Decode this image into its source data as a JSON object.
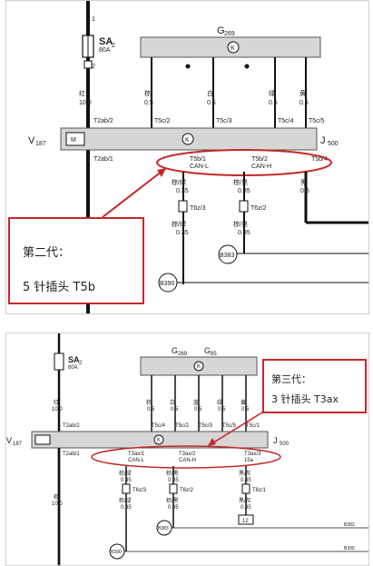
{
  "top": {
    "fuse": {
      "name": "SA",
      "sub": "2",
      "rating": "80A",
      "pin_top": "1",
      "pin_bottom": "2"
    },
    "control": {
      "name": "G",
      "sub": "269",
      "symbol": "K"
    },
    "wire_colors": [
      "红",
      "棕",
      "白",
      "绿",
      "黄"
    ],
    "wire_sizes": [
      "10.0",
      "0.5",
      "0.5",
      "0.5",
      "0.5"
    ],
    "pins_top": [
      "T2ab/2",
      "T5c/2",
      "T5c/3",
      "T5c/4",
      "T5c/5"
    ],
    "module": {
      "left": "V",
      "left_sub": "187",
      "right": "J",
      "right_sub": "500",
      "symbol": "K"
    },
    "pins_bottom": [
      "T2ab/1",
      "T5b/1",
      "T5b/2",
      "T5b/4"
    ],
    "pin_functions": [
      "CAN-L",
      "CAN-H"
    ],
    "lower_colors": [
      "棕/绿",
      "棕/黑",
      "黑"
    ],
    "lower_sizes": [
      "0.35",
      "0.35",
      "0.5"
    ],
    "connectors": [
      "T6z/3",
      "T6z/2"
    ],
    "lower_colors_2": [
      "棕/绿",
      "棕/黑"
    ],
    "lower_sizes_2": [
      "0.35",
      "0.35"
    ],
    "grounds": [
      "B383",
      "B390"
    ],
    "callout": {
      "title": "第二代：",
      "text": "5 针插头 T5b"
    }
  },
  "bottom": {
    "fuse": {
      "name": "SA",
      "sub": "2",
      "rating": "80A"
    },
    "control": {
      "name1": "G",
      "sub1": "269",
      "name2": "G",
      "sub2": "85",
      "symbol": "K"
    },
    "wire_colors": [
      "红",
      "棕",
      "白",
      "蓝",
      "绿",
      "黄"
    ],
    "wire_sizes": [
      "10.0",
      "0.5",
      "0.5",
      "0.5",
      "0.5",
      "0.5"
    ],
    "pins_top": [
      "T2ab/2",
      "T5c/4",
      "T5c/2",
      "T5c/3",
      "T5c/5",
      "T5c/1"
    ],
    "module": {
      "left": "V",
      "left_sub": "187",
      "right": "J",
      "right_sub": "500",
      "symbol": "K"
    },
    "pins_bottom": [
      "T2ab/1",
      "T3ax/1",
      "T3ax/2",
      "T3ax/3"
    ],
    "pin_functions": [
      "CAN-L",
      "CAN-H",
      "15a"
    ],
    "lower_colors": [
      "棕/绿",
      "棕/黑",
      "黑/灰"
    ],
    "lower_sizes": [
      "0.35",
      "0.35",
      "0.35"
    ],
    "connectors": [
      "T6z/3",
      "T6z/2",
      "T6z/1"
    ],
    "lower_colors_2": [
      "棕",
      "棕/绿",
      "棕/黑",
      "黑/灰"
    ],
    "lower_sizes_2": [
      "10.0",
      "0.35",
      "0.35",
      "0.35"
    ],
    "fuse_ref": "12",
    "grounds": [
      "B383",
      "B390"
    ],
    "callout": {
      "title": "第三代：",
      "text": "3 针插头 T3ax"
    }
  },
  "colors": {
    "accent": "#c62828",
    "module_fill": "#d6d6d6",
    "wire": "#111111"
  }
}
